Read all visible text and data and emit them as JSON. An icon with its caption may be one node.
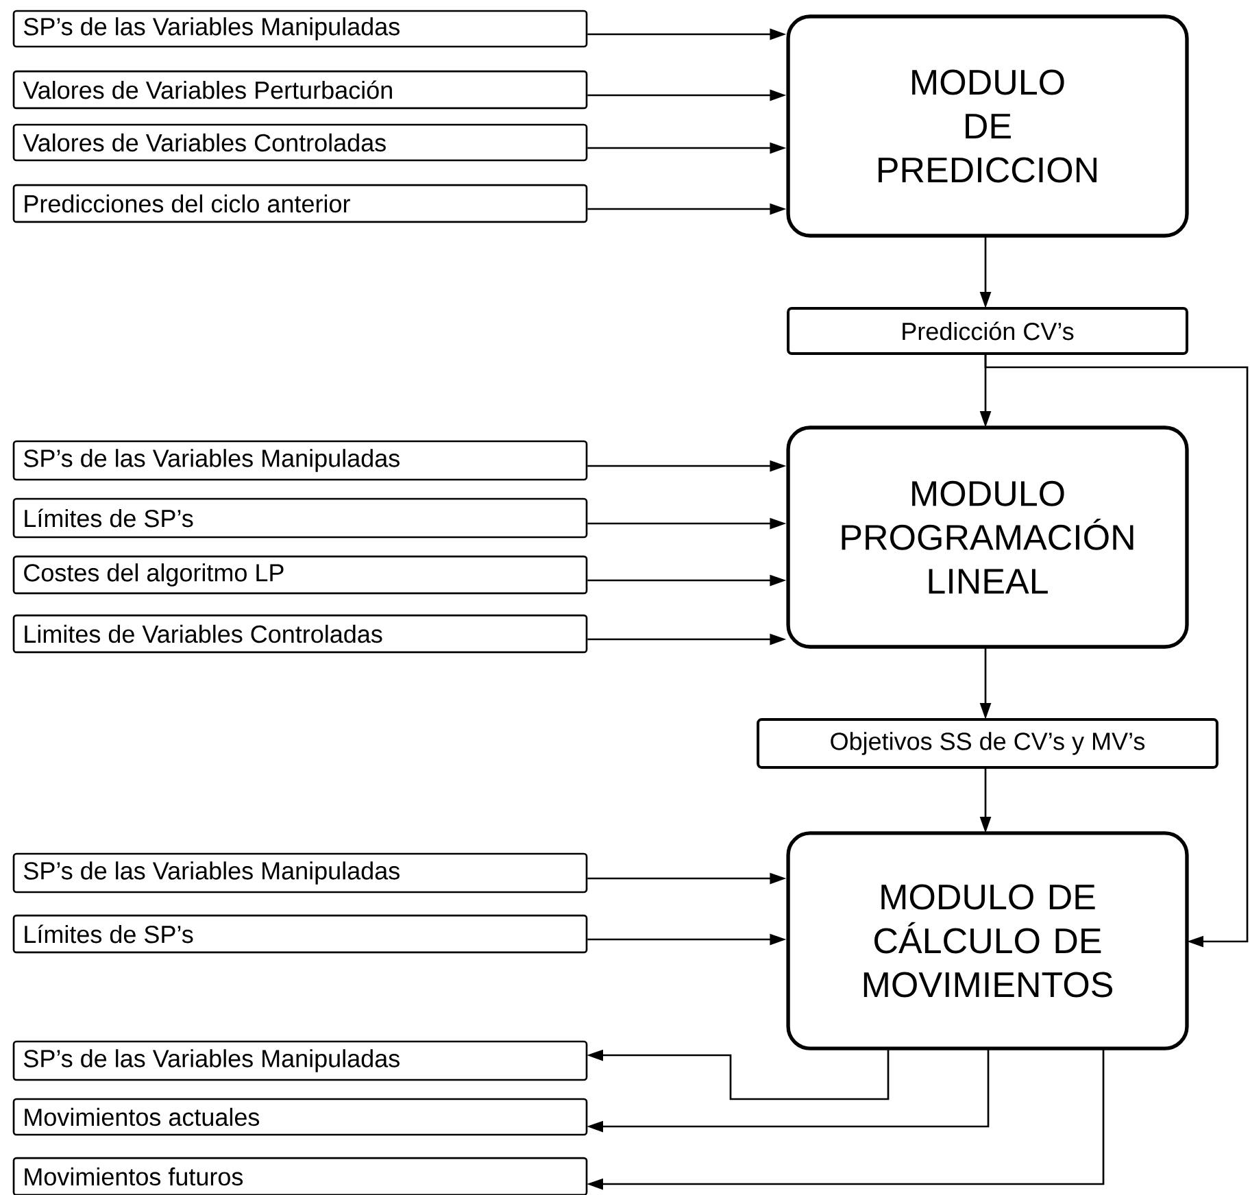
{
  "diagram": {
    "nodes": [
      {
        "text": [
          "SP’s de las Variables Manipuladas"
        ]
      },
      {
        "text": [
          "Valores de  Variables Perturbación"
        ]
      },
      {
        "text": [
          "Valores de Variables Controladas"
        ]
      },
      {
        "text": [
          "Predicciones del ciclo anterior"
        ]
      },
      {
        "text": [
          "MODULO DE PREDICCION"
        ]
      },
      {
        "text": [
          "Predicción CV’s"
        ]
      },
      {
        "text": [
          "SP’s de las Variables Manipuladas"
        ]
      },
      {
        "text": [
          "Límites de SP’s"
        ]
      },
      {
        "text": [
          "Costes del algoritmo LP"
        ]
      },
      {
        "text": [
          "Limites de Variables Controladas"
        ]
      },
      {
        "text": [
          "MODULO PROGRAMACIÓN LINEAL"
        ]
      },
      {
        "text": [
          "Objetivos SS de CV’s y MV’s"
        ]
      },
      {
        "text": [
          "SP’s de las Variables Manipuladas"
        ]
      },
      {
        "text": [
          "Límites de SP’s"
        ]
      },
      {
        "text": [
          "MODULO DE CÁLCULO DE MOVIMIENTOS"
        ]
      },
      {
        "text": [
          "SP’s de las Variables Manipuladas"
        ]
      },
      {
        "text": [
          "Movimientos actuales"
        ]
      },
      {
        "text": [
          "Movimientos futuros"
        ]
      }
    ],
    "edges": [
      {
        "from": 0,
        "to": 4,
        "arrow": "to"
      },
      {
        "from": 1,
        "to": 4,
        "arrow": "to"
      },
      {
        "from": 2,
        "to": 4,
        "arrow": "to"
      },
      {
        "from": 3,
        "to": 4,
        "arrow": "to"
      },
      {
        "from": 4,
        "to": 5,
        "arrow": "to"
      },
      {
        "from": 5,
        "to": 10,
        "arrow": "to"
      },
      {
        "from": 5,
        "to": 14,
        "arrow": "to"
      },
      {
        "from": 6,
        "to": 10,
        "arrow": "to"
      },
      {
        "from": 7,
        "to": 10,
        "arrow": "to"
      },
      {
        "from": 8,
        "to": 10,
        "arrow": "to"
      },
      {
        "from": 9,
        "to": 10,
        "arrow": "to"
      },
      {
        "from": 10,
        "to": 11,
        "arrow": "to"
      },
      {
        "from": 11,
        "to": 14,
        "arrow": "to"
      },
      {
        "from": 12,
        "to": 14,
        "arrow": "to"
      },
      {
        "from": 13,
        "to": 14,
        "arrow": "to"
      },
      {
        "from": 14,
        "to": 15,
        "arrow": "to"
      },
      {
        "from": 14,
        "to": 16,
        "arrow": "to"
      },
      {
        "from": 14,
        "to": 17,
        "arrow": "to"
      }
    ]
  }
}
